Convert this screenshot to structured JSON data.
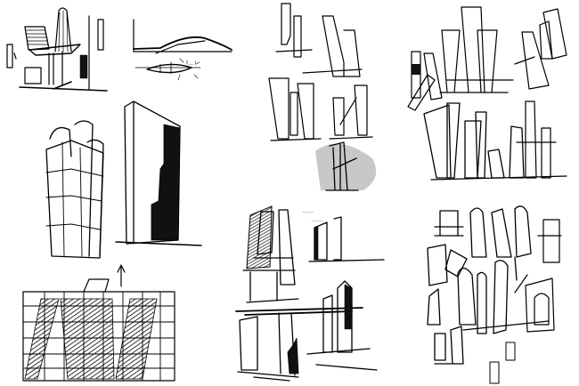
{
  "image": {
    "subject": "Collection of architectural pen sketches of building forms",
    "background": "#ffffff",
    "ink": "#000000",
    "panels": [
      {
        "id": "top-left",
        "description": "Chair, tapered tower and small elevation details",
        "annotation": ""
      },
      {
        "id": "top-center-small",
        "description": "Long-span canopy roof section with oval plan",
        "annotation": "illegible handwriting"
      },
      {
        "id": "top-middle",
        "description": "Hatched V-shaped tower studies and grey-shaded form",
        "annotation": ""
      },
      {
        "id": "top-right",
        "description": "Clusters of leaning hatched towers",
        "annotation": ""
      },
      {
        "id": "left",
        "description": "Cylinder-topped gridded tower, stepped slab tower, and gridded facade with hatched diagonal bands",
        "annotation": ""
      },
      {
        "id": "bottom-middle",
        "description": "Perspective studies of tall slabs on platforms",
        "annotation": "illegible handwriting, two lines"
      },
      {
        "id": "bottom-right",
        "description": "Curved slender towers and framed volumes",
        "annotation": ""
      }
    ],
    "notes": {
      "canopy_note": "…!",
      "slab_note_line1": "……",
      "slab_note_line2": "……"
    }
  }
}
